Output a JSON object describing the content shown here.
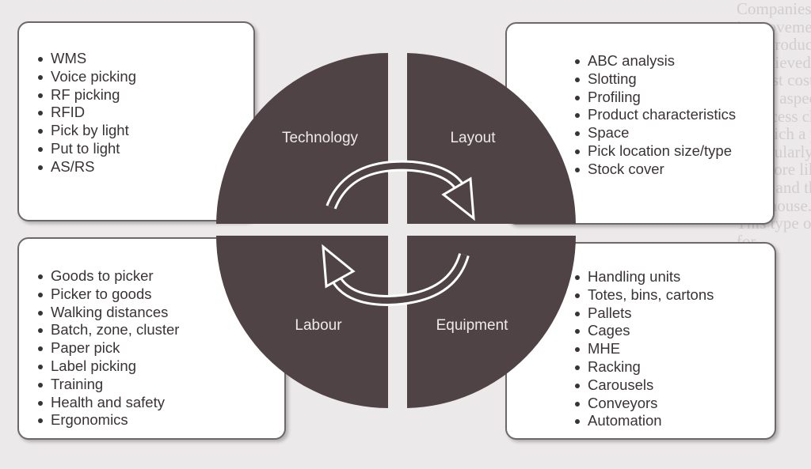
{
  "background_text": [
    "Companies focus the picking operation as the area in which productivity",
    "improvements can make a significant difference to overall costs.",
    "The product characteristics must be understood so that fast and accurate picking",
    "is achieved for the majority of items, with large volumes and high levels of variety",
    "at least cost.",
    "Many aspects of the operation can affect the design of picking systems when",
    "a process change",
    "in which a product the best picking strategy and the pick face layout within the",
    "particularly following the introduction of a new system. Today's companies",
    "are more likely to be aware of the importance of the number of picks per",
    "order and the need to reduce travel. Also the efficiency of the operation",
    "warehouse.",
    "This type of picking is referred to as case pick, broken case or piece pick",
    "for"
  ],
  "quadrants": {
    "technology": "Technology",
    "layout": "Layout",
    "labour": "Labour",
    "equipment": "Equipment"
  },
  "boxes": {
    "technology_items": [
      "WMS",
      "Voice picking",
      "RF picking",
      "RFID",
      "Pick by light",
      "Put to light",
      "AS/RS"
    ],
    "layout_items": [
      "ABC analysis",
      "Slotting",
      "Profiling",
      "Product characteristics",
      "Space",
      "Pick location size/type",
      "Stock cover"
    ],
    "labour_items": [
      "Goods to picker",
      "Picker to goods",
      "Walking distances",
      "Batch, zone, cluster",
      "Paper pick",
      "Label picking",
      "Training",
      "Health and safety",
      "Ergonomics"
    ],
    "equipment_items": [
      "Handling units",
      "Totes, bins, cartons",
      "Pallets",
      "Cages",
      "MHE",
      "Racking",
      "Carousels",
      "Conveyors",
      "Automation"
    ]
  },
  "colors": {
    "circle": "#4f4345",
    "box_border": "#6e6769",
    "background": "#ece9ea"
  }
}
